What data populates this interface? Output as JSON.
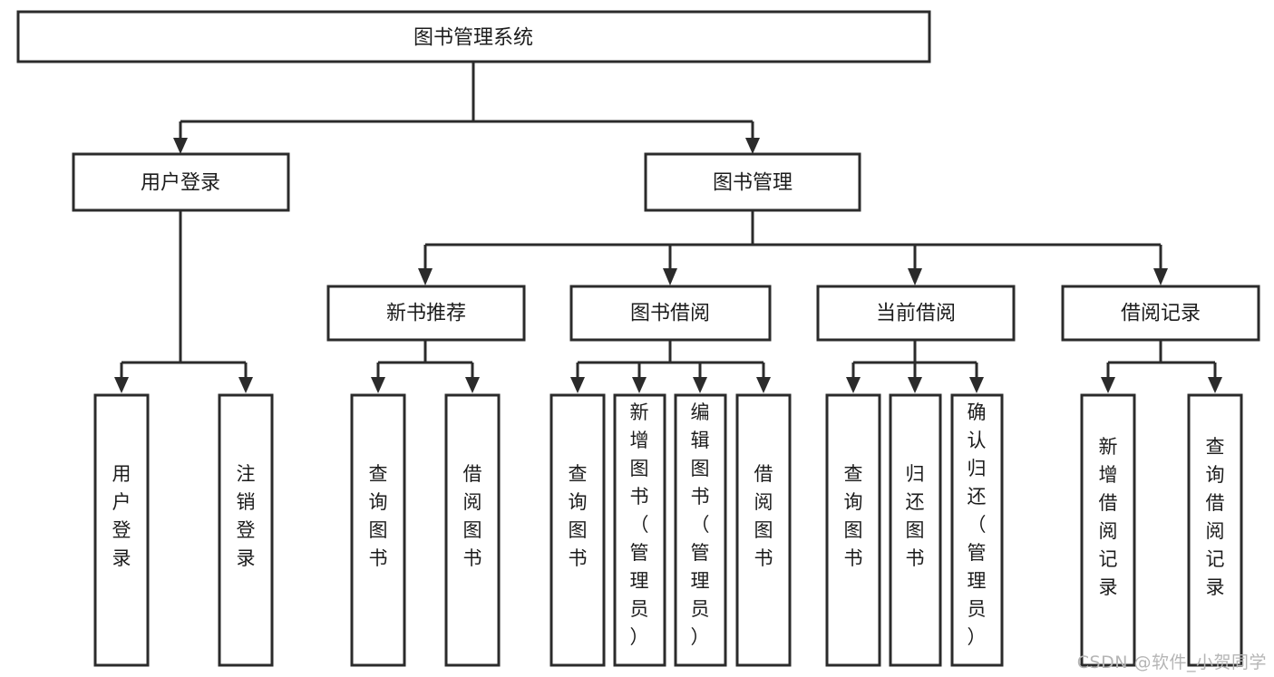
{
  "diagram": {
    "title": "图书管理系统",
    "type": "tree",
    "root": {
      "id": "root",
      "label": "图书管理系统"
    },
    "level2": [
      {
        "id": "user-login",
        "label": "用户登录"
      },
      {
        "id": "book-manage",
        "label": "图书管理"
      }
    ],
    "level3": [
      {
        "id": "new-book-recommend",
        "label": "新书推荐"
      },
      {
        "id": "book-borrow",
        "label": "图书借阅"
      },
      {
        "id": "current-borrow",
        "label": "当前借阅"
      },
      {
        "id": "borrow-record",
        "label": "借阅记录"
      }
    ],
    "leaves": [
      {
        "id": "leaf-user-login",
        "label": "用户登录",
        "parent": "user-login"
      },
      {
        "id": "leaf-logout-login",
        "label": "注销登录",
        "parent": "user-login"
      },
      {
        "id": "leaf-query-book-1",
        "label": "查询图书",
        "parent": "new-book-recommend"
      },
      {
        "id": "leaf-borrow-book-1",
        "label": "借阅图书",
        "parent": "new-book-recommend"
      },
      {
        "id": "leaf-query-book-2",
        "label": "查询图书",
        "parent": "book-borrow"
      },
      {
        "id": "leaf-add-book",
        "label": "新增图书（管理员）",
        "parent": "book-borrow"
      },
      {
        "id": "leaf-edit-book",
        "label": "编辑图书（管理员）",
        "parent": "book-borrow"
      },
      {
        "id": "leaf-borrow-book-2",
        "label": "借阅图书",
        "parent": "book-borrow"
      },
      {
        "id": "leaf-query-book-3",
        "label": "查询图书",
        "parent": "current-borrow"
      },
      {
        "id": "leaf-return-book",
        "label": "归还图书",
        "parent": "current-borrow"
      },
      {
        "id": "leaf-confirm-return",
        "label": "确认归还（管理员）",
        "parent": "current-borrow"
      },
      {
        "id": "leaf-add-record",
        "label": "新增借阅记录",
        "parent": "borrow-record"
      },
      {
        "id": "leaf-query-record",
        "label": "查询借阅记录",
        "parent": "borrow-record"
      }
    ],
    "colors": {
      "stroke": "#2b2b2b",
      "fill": "#ffffff",
      "text": "#1c1c1c",
      "watermark": "#b5b5b5"
    }
  },
  "watermark": {
    "text": "CSDN @软件_小贺同学"
  }
}
